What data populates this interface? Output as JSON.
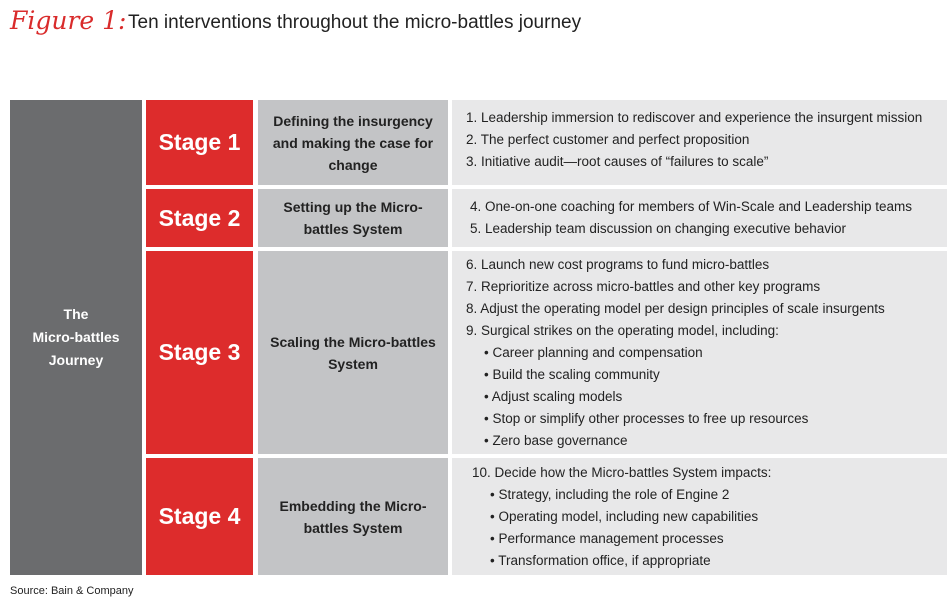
{
  "figure": {
    "label": "Figure 1:",
    "title": "Ten interventions throughout the micro-battles journey"
  },
  "journey_label": [
    "The",
    "Micro-battles",
    "Journey"
  ],
  "stages": [
    {
      "stage": "Stage 1",
      "phase": "Defining the insurgency and making the case for change",
      "items": [
        "1. Leadership immersion to rediscover and experience the insurgent mission",
        "2. The perfect customer and perfect proposition",
        "3. Initiative audit—root causes of “failures to scale”"
      ]
    },
    {
      "stage": "Stage 2",
      "phase": "Setting up the Micro-battles System",
      "items": [
        "4. One-on-one coaching for members of Win-Scale and Leadership teams",
        "5. Leadership team discussion on changing executive behavior"
      ]
    },
    {
      "stage": "Stage 3",
      "phase": "Scaling the Micro-battles System",
      "items": [
        "6. Launch new cost programs to fund micro-battles",
        "7. Reprioritize across micro-battles and other key programs",
        "8. Adjust the operating model per design principles of scale insurgents",
        "9. Surgical strikes on the operating model, including:",
        "• Career planning and compensation",
        "• Build the scaling community",
        "• Adjust scaling models",
        "• Stop or simplify other processes to free up resources",
        "• Zero base governance"
      ]
    },
    {
      "stage": "Stage 4",
      "phase": "Embedding the Micro-battles System",
      "items": [
        "10. Decide how the Micro-battles System impacts:",
        "• Strategy, including the role of Engine 2",
        "• Operating model, including new capabilities",
        "• Performance management processes",
        "• Transformation office, if appropriate"
      ]
    }
  ],
  "source": "Source: Bain & Company"
}
